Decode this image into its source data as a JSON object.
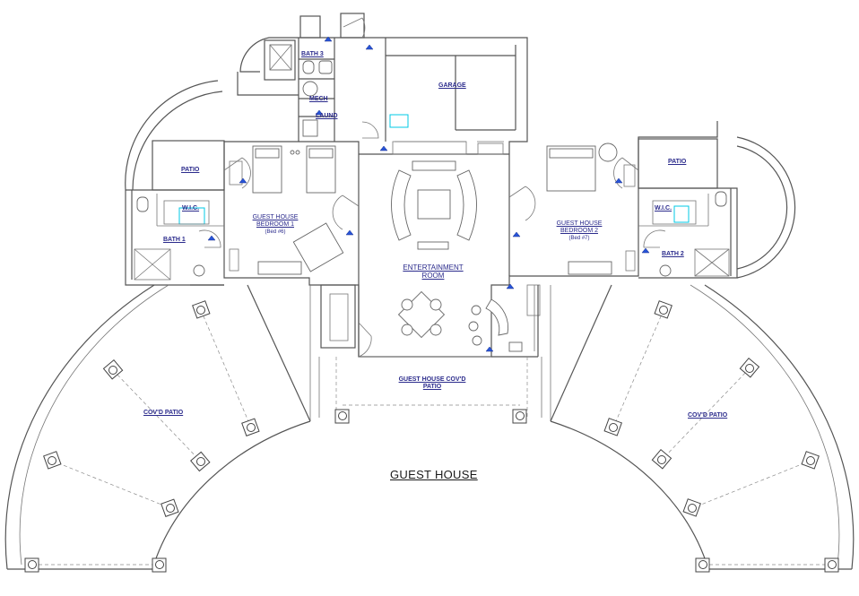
{
  "drawing": {
    "title": "GUEST HOUSE",
    "rooms": {
      "bath3": "BATH 3",
      "mech": "MECH",
      "laund": "LAUND",
      "garage": "GARAGE",
      "patio_left": "PATIO",
      "patio_right": "PATIO",
      "wic_left": "W.I.C.",
      "wic_right": "W.I.C.",
      "bath1": "BATH 1",
      "bath2": "BATH 2",
      "bedroom1": {
        "line1": "GUEST HOUSE",
        "line2": "BEDROOM  1",
        "note": "(Bed #6)"
      },
      "bedroom2": {
        "line1": "GUEST HOUSE",
        "line2": "BEDROOM  2",
        "note": "(Bed #7)"
      },
      "entertainment": {
        "line1": "ENTERTAINMENT",
        "line2": "ROOM"
      },
      "covd_patio_center": {
        "line1": "GUEST HOUSE COV'D",
        "line2": "PATIO"
      },
      "covd_patio_left": "COV'D PATIO",
      "covd_patio_right": "COV'D PATIO"
    },
    "colors": {
      "walls": "#555555",
      "labels": "#2b2b8c",
      "fixtures_accent": "#00c8e6",
      "tags": "#2855d8"
    }
  }
}
